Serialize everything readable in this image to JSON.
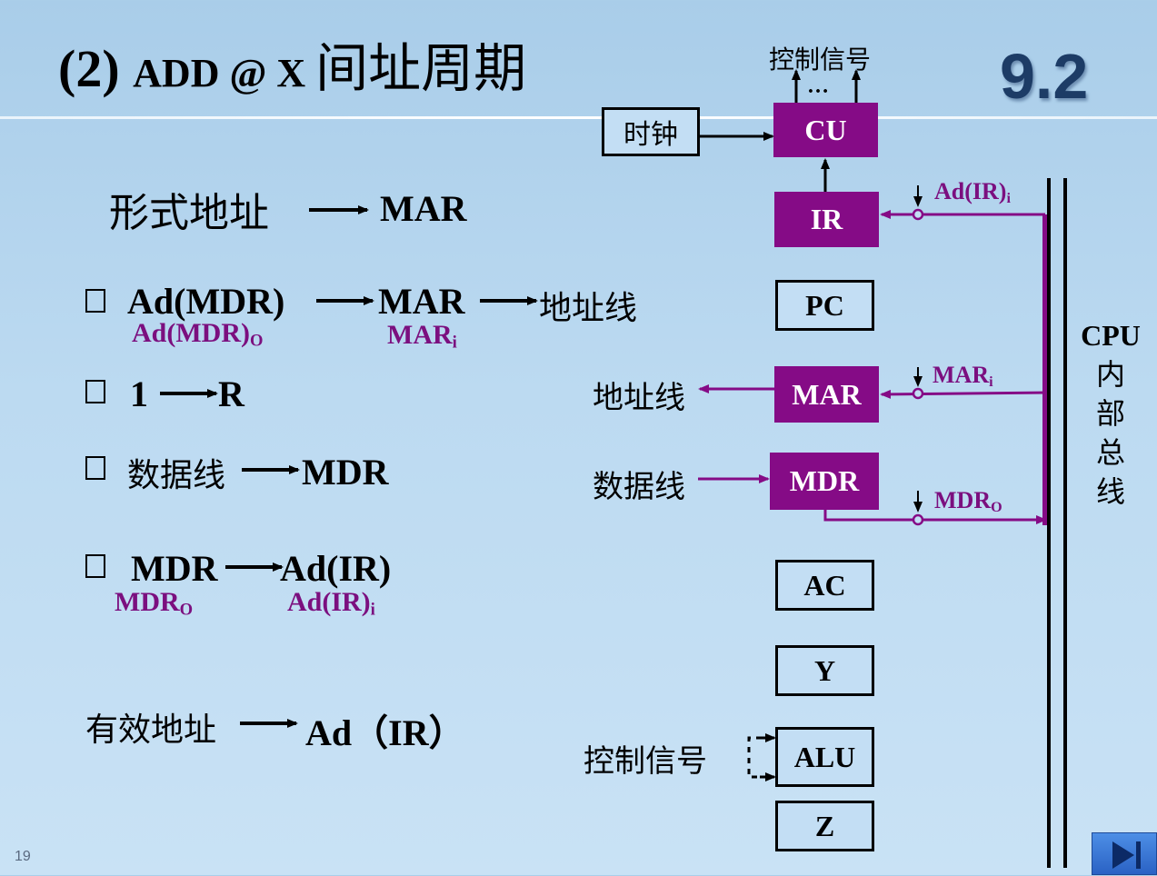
{
  "title": {
    "prefix": "(2) ",
    "instr": "ADD @ X ",
    "cn": "间址周期"
  },
  "section": "9.2",
  "slide_number": "19",
  "left": {
    "formal_addr": "形式地址",
    "mar": "MAR",
    "step1": {
      "bullet": "",
      "src": "Ad(MDR)",
      "dst": "MAR",
      "to": "地址线",
      "src_sig": "Ad(MDR)",
      "src_sub": "O",
      "dst_sig": "MAR",
      "dst_sub": "i"
    },
    "step2": {
      "bullet": "",
      "src": "1",
      "dst": "R"
    },
    "step3": {
      "bullet": "",
      "src": "数据线",
      "dst": "MDR"
    },
    "step4": {
      "bullet": "",
      "src": "MDR",
      "dst": "Ad(IR)",
      "src_sig": "MDR",
      "src_sub": "O",
      "dst_sig": "Ad(IR)",
      "dst_sub": "i"
    },
    "effective": {
      "src": "有效地址",
      "dst": "Ad（IR）"
    }
  },
  "diagram": {
    "ctrl_signal_top": "控制信号",
    "ellipsis": "…",
    "clock": "时钟",
    "registers": {
      "cu": "CU",
      "ir": "IR",
      "pc": "PC",
      "mar": "MAR",
      "mdr": "MDR",
      "ac": "AC",
      "y": "Y",
      "alu": "ALU",
      "z": "Z"
    },
    "addr_line": "地址线",
    "data_line": "数据线",
    "ctrl_signal_alu": "控制信号",
    "sig_ir": {
      "main": "Ad(IR)",
      "sub": "i"
    },
    "sig_mar": {
      "main": "MAR",
      "sub": "i"
    },
    "sig_mdr": {
      "main": "MDR",
      "sub": "O"
    },
    "bus_label": [
      "CPU",
      "内",
      "部",
      "总",
      "线"
    ]
  },
  "nav": {
    "next": "next-slide"
  },
  "colors": {
    "accent": "#850b86",
    "bus": "#000000",
    "nav": "#3a78d8"
  }
}
